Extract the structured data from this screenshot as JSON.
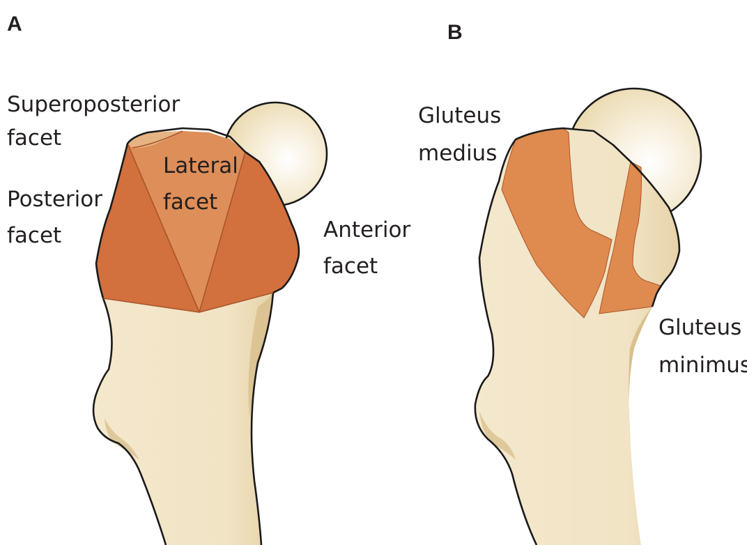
{
  "panels": {
    "a": {
      "letter": "A",
      "labels": {
        "superoposterior_line1": "Superoposterior",
        "superoposterior_line2": "facet",
        "posterior_line1": "Posterior",
        "posterior_line2": "facet",
        "lateral_line1": "Lateral",
        "lateral_line2": "facet",
        "anterior_line1": "Anterior",
        "anterior_line2": "facet"
      }
    },
    "b": {
      "letter": "B",
      "labels": {
        "medius_line1": "Gluteus",
        "medius_line2": "medius",
        "minimus_line1": "Gluteus",
        "minimus_line2": "minimus"
      }
    }
  },
  "colors": {
    "bone": "#f1e3c4",
    "bone_shadow": "#d9c08e",
    "posterior_facet": "#d2713e",
    "lateral_facet": "#de8e58",
    "superoposterior_facet": "#e6b483",
    "gluteus_medius": "#df8a4f",
    "gluteus_minimus": "#df8a4f",
    "outline": "#1a1a1a"
  }
}
